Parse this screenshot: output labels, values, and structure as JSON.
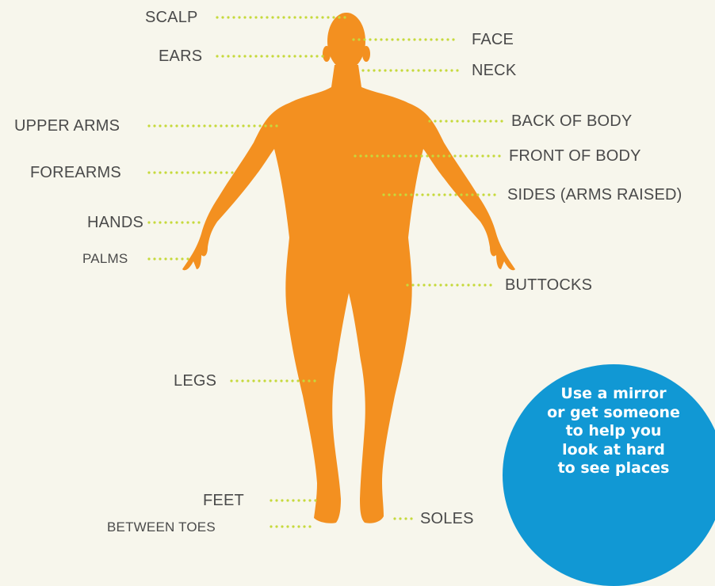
{
  "colors": {
    "background": "#f7f6ec",
    "body": "#f39020",
    "dots": "#c6d93c",
    "label_text": "#4a4a4a",
    "tip_bubble": "#1198d4",
    "tip_text": "#ffffff"
  },
  "icons": {
    "figure": "human-body-silhouette"
  },
  "labels": {
    "scalp": "SCALP",
    "ears": "EARS",
    "face": "FACE",
    "neck": "NECK",
    "upper_arms": "UPPER ARMS",
    "forearms": "FOREARMS",
    "hands": "HANDS",
    "palms": "PALMS",
    "back_of_body": "BACK OF BODY",
    "front_of_body": "FRONT OF BODY",
    "sides": "SIDES (ARMS RAISED)",
    "buttocks": "BUTTOCKS",
    "legs": "LEGS",
    "feet": "FEET",
    "between_toes": "BETWEEN TOES",
    "soles": "SOLES"
  },
  "tip": {
    "lines": [
      "Use a mirror",
      "or get someone",
      "to help you",
      "look at hard",
      "to see places"
    ]
  }
}
